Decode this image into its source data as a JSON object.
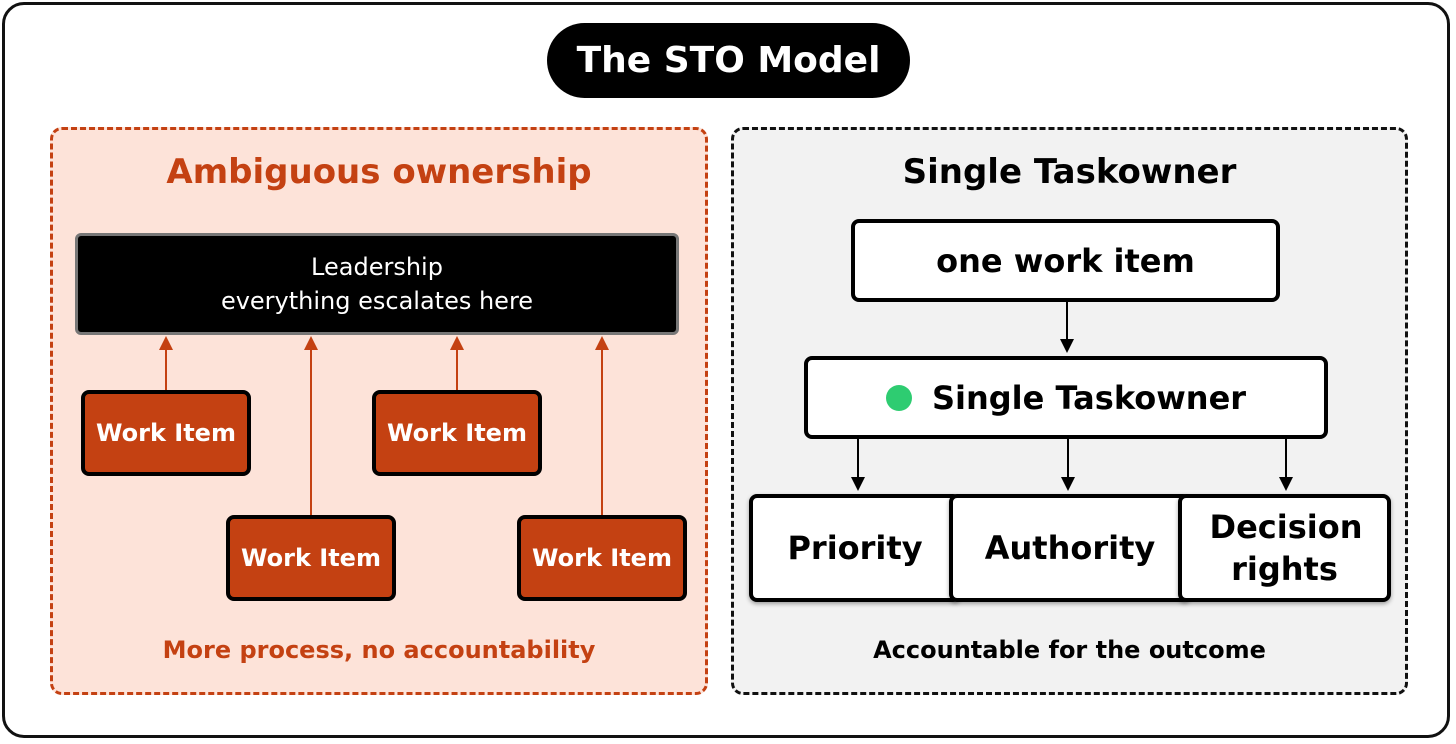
{
  "title": "The STO Model",
  "left_panel": {
    "heading": "Ambiguous ownership",
    "leadership": {
      "line1": "Leadership",
      "line2": "everything escalates here"
    },
    "work_items": [
      "Work Item",
      "Work Item",
      "Work Item",
      "Work Item"
    ],
    "footer": "More process, no accountability"
  },
  "right_panel": {
    "heading": "Single Taskowner",
    "work_item": "one work item",
    "owner": "Single Taskowner",
    "outputs": [
      "Priority",
      "Authority",
      "Decision rights"
    ],
    "footer": "Accountable for the outcome"
  },
  "colors": {
    "accent": "#c44112",
    "left_bg": "#fde3d9",
    "right_bg": "#f2f2f2",
    "owner_dot": "#2ecc71"
  }
}
